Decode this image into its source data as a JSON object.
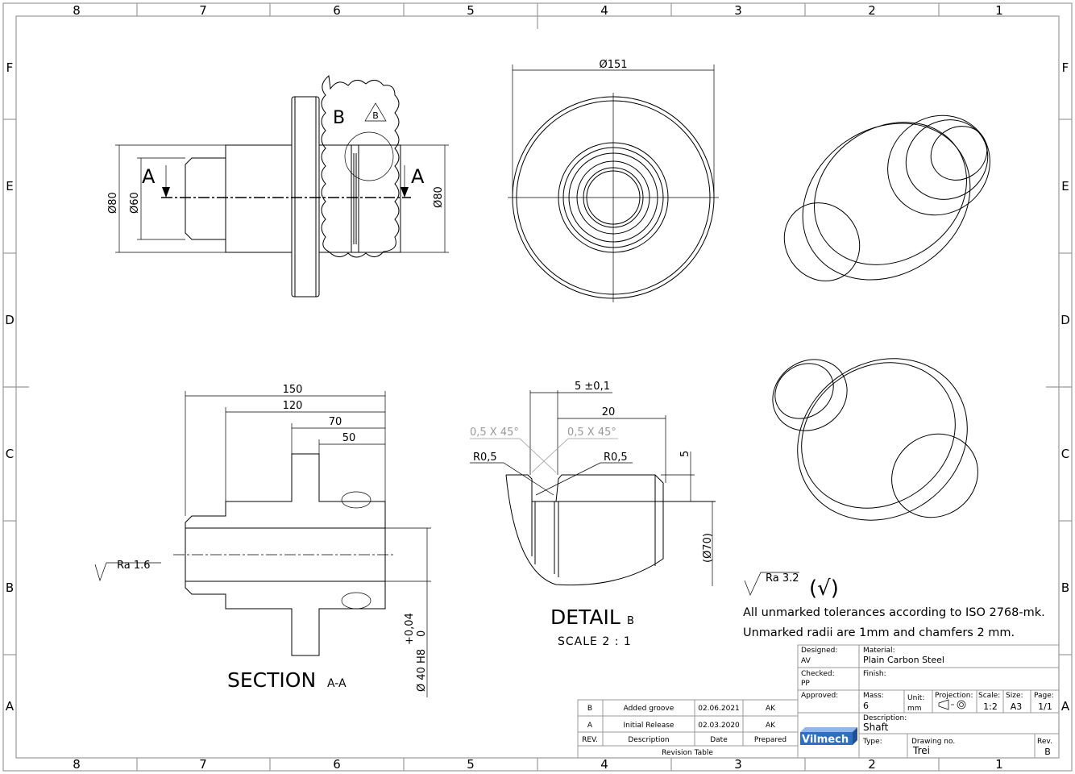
{
  "zones": {
    "columns": [
      "8",
      "7",
      "6",
      "5",
      "4",
      "3",
      "2",
      "1"
    ],
    "rows": [
      "F",
      "E",
      "D",
      "C",
      "B",
      "A"
    ]
  },
  "side_view": {
    "label_b": "B",
    "flag_b": "B",
    "cut_a_left": "A",
    "cut_a_right": "A",
    "dim_d80_left": "Ø80",
    "dim_d60": "Ø60",
    "dim_d80_right": "Ø80"
  },
  "front_view": {
    "dim_d151": "Ø151"
  },
  "section": {
    "title": "SECTION",
    "sub": "A-A",
    "dim_150": "150",
    "dim_120": "120",
    "dim_70": "70",
    "dim_50": "50",
    "roughness": "Ra 1.6",
    "bore_dim": "Ø 40 H8",
    "tol_upper": "+0,04",
    "tol_lower": "0"
  },
  "detail": {
    "title": "DETAIL",
    "sub": "B",
    "scale": "SCALE 2 : 1",
    "dim_5tol": "5 ±0,1",
    "dim_20": "20",
    "chamfer_left": "0,5 X 45°",
    "chamfer_right": "0,5 X 45°",
    "radius_left": "R0,5",
    "radius_right": "R0,5",
    "dim_5": "5",
    "dim_d70": "(Ø70)"
  },
  "notes": {
    "roughness": "Ra 3.2",
    "line1": "All unmarked tolerances according to ISO 2768-mk.",
    "line2": "Unmarked radii are 1mm and chamfers 2 mm."
  },
  "revision_table": {
    "rows": [
      {
        "rev": "B",
        "description": "Added groove",
        "date": "02.06.2021",
        "prepared": "AK"
      },
      {
        "rev": "A",
        "description": "Initial Release",
        "date": "02.03.2020",
        "prepared": "AK"
      }
    ],
    "headers": {
      "rev": "REV.",
      "description": "Description",
      "date": "Date",
      "prepared": "Prepared"
    },
    "title": "Revision Table"
  },
  "title_block": {
    "designed_label": "Designed:",
    "designed": "AV",
    "checked_label": "Checked:",
    "checked": "PP",
    "approved_label": "Approved:",
    "material_label": "Material:",
    "material": "Plain Carbon Steel",
    "finish_label": "Finish:",
    "mass_label": "Mass:",
    "mass": "6",
    "unit_label": "Unit:",
    "unit": "mm",
    "projection_label": "Projection:",
    "scale_label": "Scale:",
    "scale": "1:2",
    "size_label": "Size:",
    "size": "A3",
    "page_label": "Page:",
    "page": "1/1",
    "description_label": "Description:",
    "description": "Shaft",
    "type_label": "Type:",
    "drawing_no_label": "Drawing no.",
    "drawing_no": "Trei",
    "rev_label": "Rev.",
    "rev": "B",
    "logo": "Vilmech",
    "logo_color": "#2f6fc0"
  }
}
